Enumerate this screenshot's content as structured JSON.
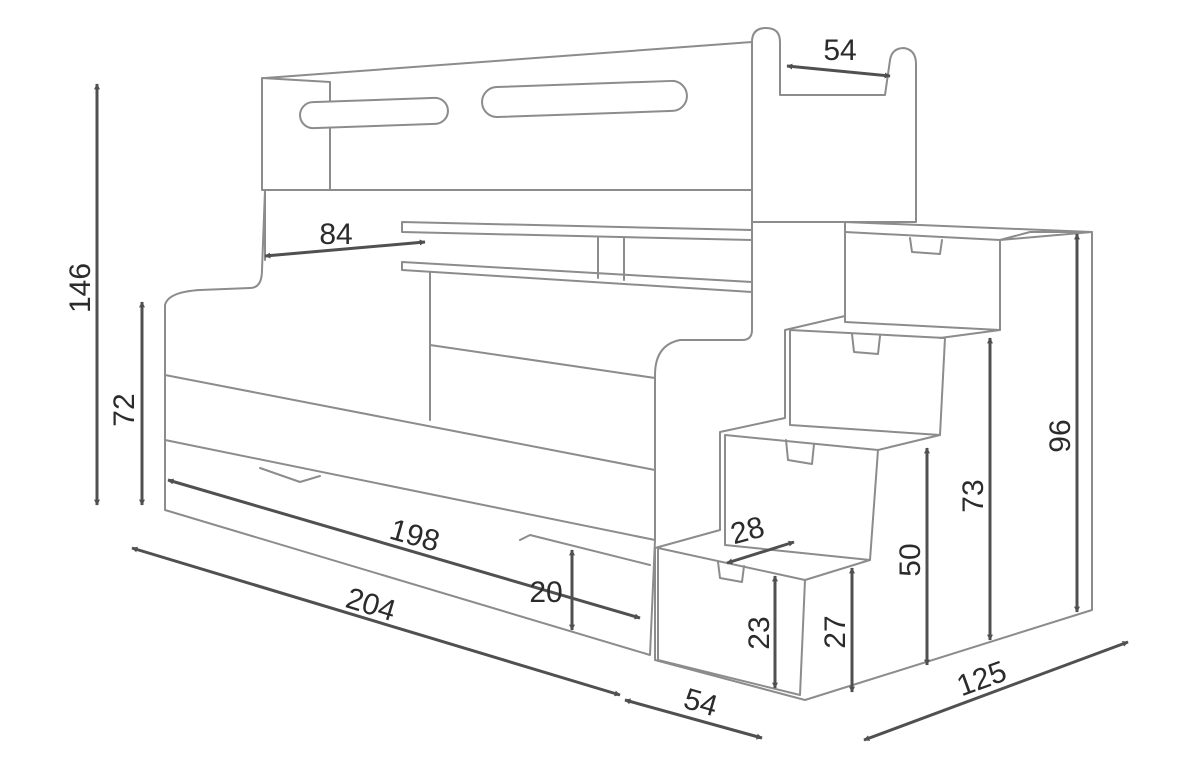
{
  "colors": {
    "outline": "#8c8c8c",
    "arrow": "#505050",
    "label": "#2b2b2b",
    "background": "#ffffff"
  },
  "dimensions": {
    "total_height": "146",
    "lower_bed_height": "72",
    "upper_opening": "84",
    "ladder_opening": "54",
    "inner_length": "198",
    "total_length": "204",
    "drawer_height": "20",
    "stairs_depth": "54",
    "total_width": "125",
    "step_depth": "28",
    "first_step_drawer": "23",
    "first_step_height": "27",
    "second_step_height": "50",
    "third_step_height": "73",
    "stairs_height": "96"
  }
}
